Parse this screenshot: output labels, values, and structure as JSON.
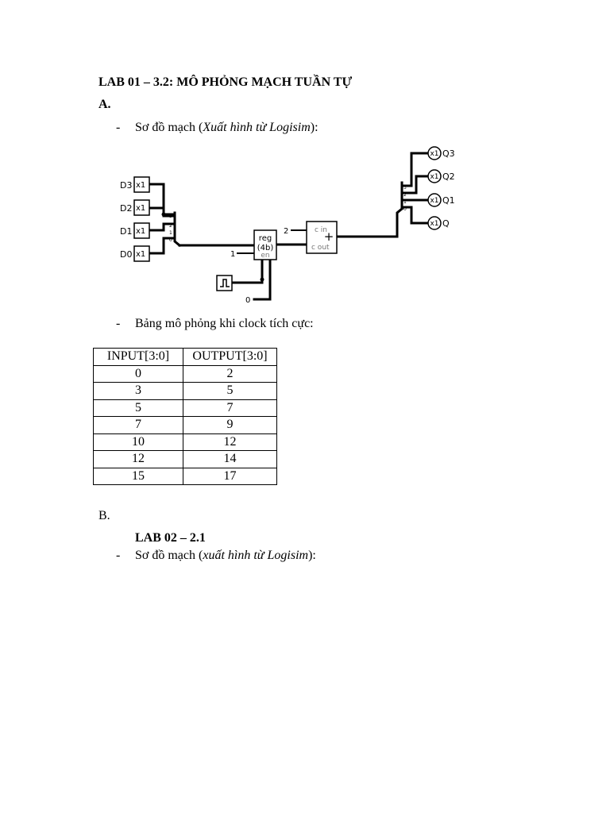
{
  "lab1": {
    "title": "LAB 01 – 3.2: MÔ PHỎNG MẠCH TUẦN TỰ",
    "part_a": "A.",
    "diagram_line": {
      "dash": "-",
      "prefix": "Sơ đồ mạch (",
      "italic": "Xuất hình từ Logisim",
      "suffix": "):"
    },
    "table_line": {
      "dash": "-",
      "text": "Bảng mô phỏng khi clock tích cực:"
    }
  },
  "circuit": {
    "inputs": [
      "D3",
      "D2",
      "D1",
      "D0"
    ],
    "outputs": [
      "Q3",
      "Q2",
      "Q1",
      "Q"
    ],
    "buffer_label": "x1",
    "splitter_in_bits": [
      "3",
      "2",
      "1",
      "0"
    ],
    "splitter_out_bits": [
      "3",
      "2",
      "1",
      "0"
    ],
    "register": {
      "line1": "reg",
      "line2": "(4b)",
      "line3": "en"
    },
    "adder": {
      "cin": "c in",
      "cout": "c out",
      "op": "+"
    },
    "const_two": "2",
    "const_one": "1",
    "const_zero": "0"
  },
  "table": {
    "headers": [
      "INPUT[3:0]",
      "OUTPUT[3:0]"
    ],
    "rows": [
      [
        "0",
        "2"
      ],
      [
        "3",
        "5"
      ],
      [
        "5",
        "7"
      ],
      [
        "7",
        "9"
      ],
      [
        "10",
        "12"
      ],
      [
        "12",
        "14"
      ],
      [
        "15",
        "17"
      ]
    ]
  },
  "part_b": {
    "label": "B.",
    "lab2_title": "LAB 02 – 2.1",
    "diagram_line": {
      "dash": "-",
      "prefix": "Sơ đồ mạch (",
      "italic": "xuất hình từ Logisim",
      "suffix": "):"
    }
  }
}
